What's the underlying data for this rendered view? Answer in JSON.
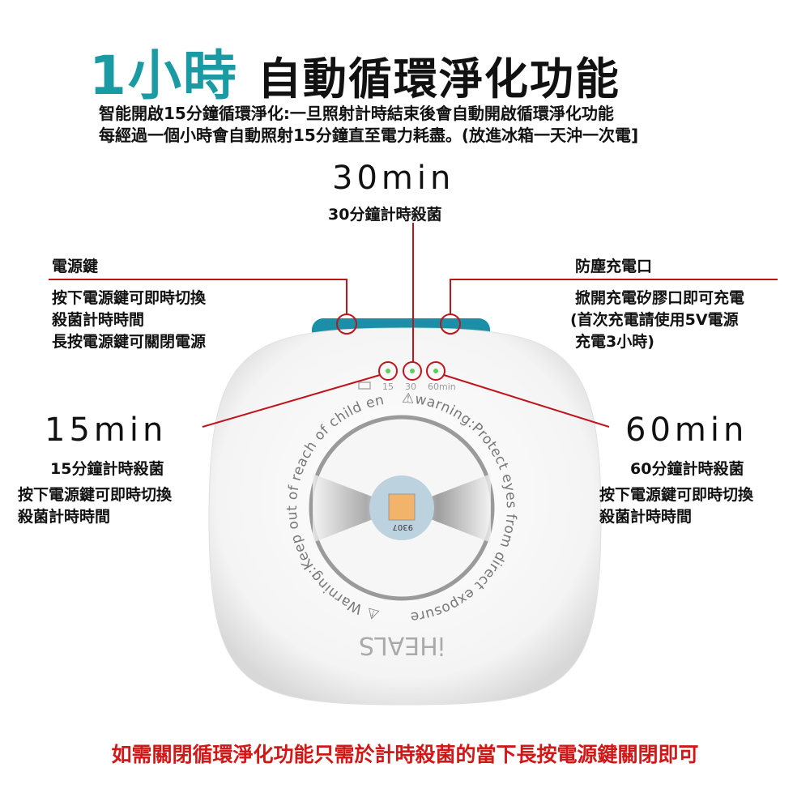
{
  "title": {
    "accent": "1小時",
    "main": "自動循環淨化功能"
  },
  "description": [
    "智能開啟15分鐘循環淨化:一旦照射計時結束後會自動開啟循環淨化功能",
    "每經過一個小時會自動照射15分鐘直至電力耗盡。(放進冰箱一天沖一次電]"
  ],
  "callouts": {
    "min30": {
      "big": "30min",
      "label": "30分鐘計時殺菌"
    },
    "power": {
      "title": "電源鍵",
      "lines": [
        "按下電源鍵可即時切換",
        "殺菌計時時間",
        "長按電源鍵可關閉電源"
      ]
    },
    "port": {
      "title": "防塵充電口",
      "lines": [
        "掀開充電矽膠口即可充電",
        "(首次充電請使用5V電源",
        "充電3小時)"
      ]
    },
    "min15": {
      "big": "15min",
      "lines": [
        "15分鐘計時殺菌",
        "按下電源鍵可即時切換",
        "殺菌計時時間"
      ]
    },
    "min60": {
      "big": "60min",
      "lines": [
        "60分鐘計時殺菌",
        "按下電源鍵可即時切換",
        "殺菌計時時間"
      ]
    }
  },
  "device": {
    "indicator_labels": [
      "15",
      "30",
      "60min"
    ],
    "ring_text_1": "⚠warning:Protect eyes from direct exposure",
    "ring_text_2": "⚠ Warning:Keep out of reach of child en",
    "chip_code": "9307",
    "brand": "iHEALS",
    "colors": {
      "teal": "#1a8fa6",
      "led": "#5ccf5c",
      "callout": "#c0141c",
      "accent": "#1a9aa3"
    }
  },
  "footer": "如需關閉循環淨化功能只需於計時殺菌的當下長按電源鍵關閉即可"
}
